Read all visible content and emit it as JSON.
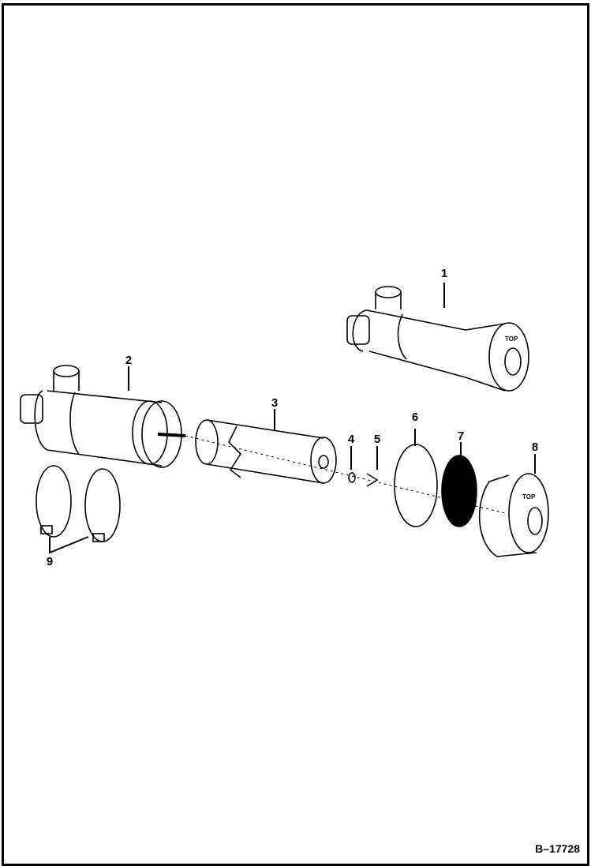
{
  "diagram": {
    "type": "exploded-parts-view",
    "reference_number": "B–17728",
    "callouts": [
      {
        "id": "1",
        "label": "1",
        "part": "air-cleaner-assembly"
      },
      {
        "id": "2",
        "label": "2",
        "part": "air-cleaner-housing"
      },
      {
        "id": "3",
        "label": "3",
        "part": "filter-element"
      },
      {
        "id": "4",
        "label": "4",
        "part": "washer"
      },
      {
        "id": "5",
        "label": "5",
        "part": "wing-nut"
      },
      {
        "id": "6",
        "label": "6",
        "part": "clamp-band"
      },
      {
        "id": "7",
        "label": "7",
        "part": "dust-ejector-fins"
      },
      {
        "id": "8",
        "label": "8",
        "part": "cover"
      },
      {
        "id": "9",
        "label": "9",
        "part": "mounting-bands"
      }
    ],
    "cover_marking": "TOP"
  }
}
